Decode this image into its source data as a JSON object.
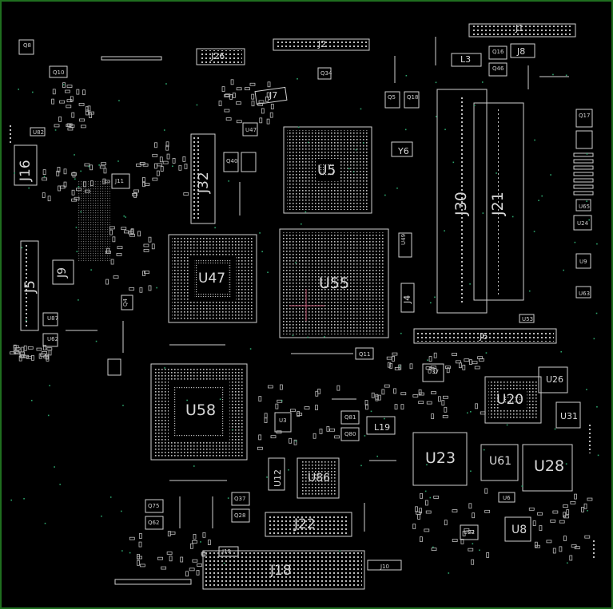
{
  "board": {
    "background": "#000000",
    "frame_color": "#1f6e1f",
    "outline_color": "#cfcfcf",
    "pin_color": "#bdbdbd",
    "via_color": "#2ca36b",
    "crosshair_color": "#c85a78"
  },
  "labels": {
    "J1": "J1",
    "J2": "J2",
    "J26": "J26",
    "J8": "J8",
    "L3": "L3",
    "Q8": "Q8",
    "Q10": "Q10",
    "Q16": "Q16",
    "Q46": "Q46",
    "Q34": "Q34",
    "J7": "J7",
    "U5": "U5",
    "Y6": "Y6",
    "J16": "J16",
    "U82": "U82",
    "J32": "J32",
    "Q40": "Q40",
    "U47s": "U47",
    "J11": "J11",
    "J30": "J30",
    "J21": "J21",
    "J5": "J5",
    "J9": "J9",
    "U47": "U47",
    "U55": "U55",
    "U49": "U49",
    "J4": "J4",
    "U24": "U24",
    "U9": "U9",
    "U65": "U65",
    "U63": "U63",
    "U53": "U53",
    "J6": "J6",
    "U87": "U87",
    "U62": "U62",
    "Q4": "Q4",
    "Q11": "Q11",
    "U37": "U37",
    "U26": "U26",
    "U20": "U20",
    "U31": "U31",
    "U58": "U58",
    "U3": "U3",
    "Q81": "Q81",
    "Q80": "Q80",
    "L19": "L19",
    "U23": "U23",
    "U61": "U61",
    "U28": "U28",
    "U12": "U12",
    "U86": "U86",
    "Q75": "Q75",
    "Q62": "Q62",
    "Q37": "Q37",
    "Q28": "Q28",
    "J22": "J22",
    "U8": "U8",
    "U6": "U6",
    "U22": "U22",
    "J18": "J18",
    "J10": "J10",
    "J19": "J19",
    "Q5": "Q5",
    "Q18": "Q18",
    "Q17": "Q17"
  }
}
